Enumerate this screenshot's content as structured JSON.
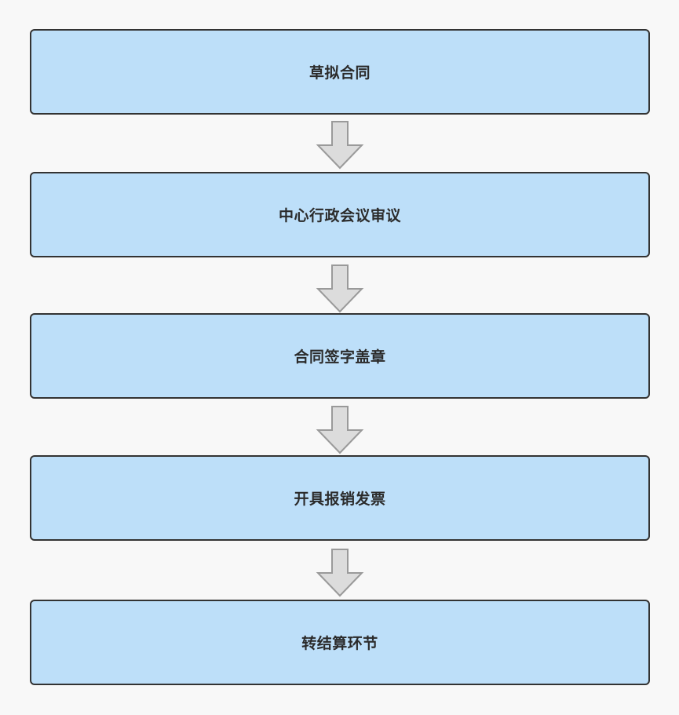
{
  "flow": {
    "steps": [
      {
        "label": "草拟合同"
      },
      {
        "label": "中心行政会议审议"
      },
      {
        "label": "合同签字盖章"
      },
      {
        "label": "开具报销发票"
      },
      {
        "label": "转结算环节"
      }
    ]
  },
  "colors": {
    "box_fill": "#bddff9",
    "box_border": "#333333",
    "arrow_fill": "#dcdcdc",
    "arrow_stroke": "#9a9a9a",
    "background": "#f8f8f8"
  },
  "icons": {
    "connector": "down-arrow-icon"
  }
}
